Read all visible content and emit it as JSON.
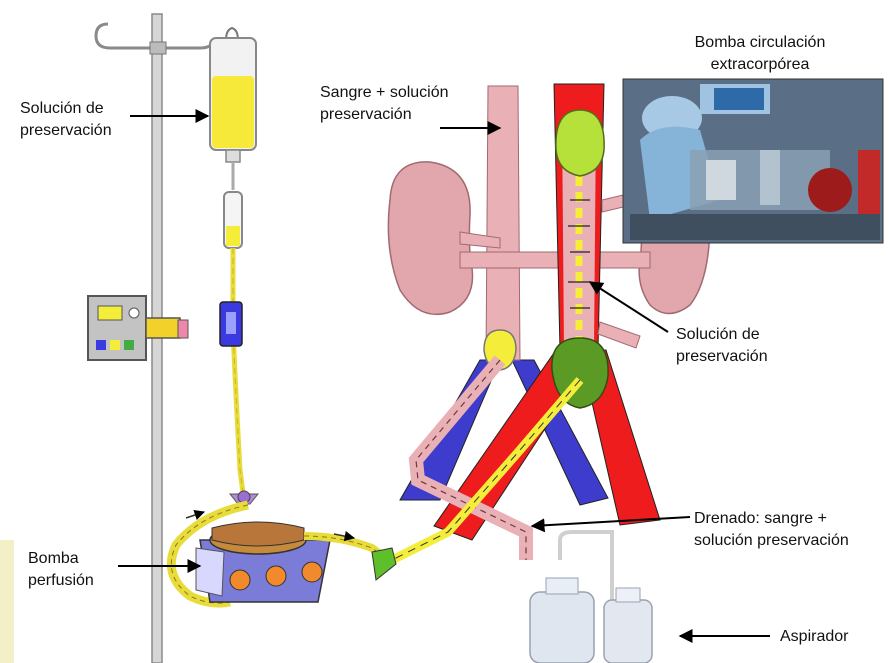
{
  "labels": {
    "iv_solution": [
      "Solución de",
      "preservación"
    ],
    "blood_solution": [
      "Sangre + solución",
      "preservación"
    ],
    "ecmo_pump": [
      "Bomba circulación",
      "extracorpórea"
    ],
    "aorta_solution": [
      "Solución de",
      "preservación"
    ],
    "drainage": [
      "Drenado: sangre +",
      "solución preservación"
    ],
    "perfusion_pump": [
      "Bomba",
      "perfusión"
    ],
    "aspirator": "Aspirador"
  },
  "colors": {
    "artery_red": "#ee1c1c",
    "vein_blue": "#3d3ccc",
    "vessel_pink": "#e9b0b5",
    "kidney_pink": "#e2a7ad",
    "solution_yellow": "#f4ee3a",
    "pump_purple": "#5b5bd6",
    "pump_orange": "#f08a2c",
    "pole_gray": "#c8c8c8"
  }
}
